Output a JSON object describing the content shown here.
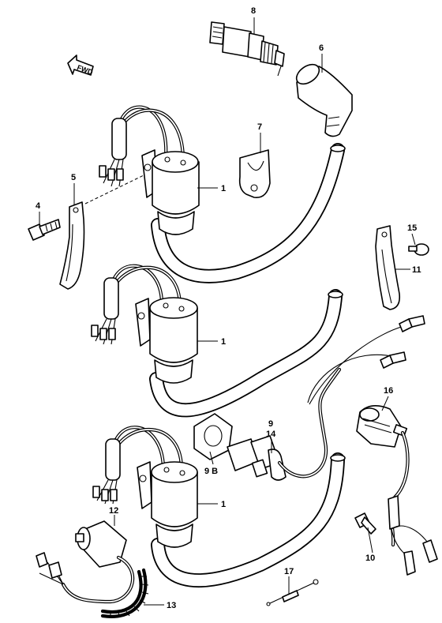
{
  "callouts": {
    "c1a": "1",
    "c1b": "1",
    "c1c": "1",
    "c4": "4",
    "c5": "5",
    "c6": "6",
    "c7": "7",
    "c8": "8",
    "c9": "9",
    "c9b": "9 B",
    "c10": "10",
    "c11": "11",
    "c12": "12",
    "c13": "13",
    "c14": "14",
    "c15": "15",
    "c16": "16",
    "c17": "17"
  },
  "front_arrow": {
    "label": "FWD",
    "icon": "front-direction-arrow-icon"
  }
}
